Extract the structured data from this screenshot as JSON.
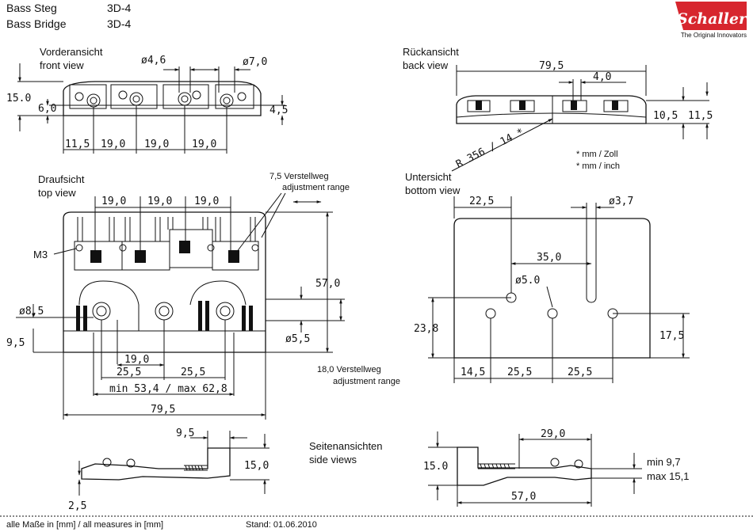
{
  "header": {
    "title_de": "Bass Steg",
    "title_en": "Bass Bridge",
    "model_1": "3D-4",
    "model_2": "3D-4"
  },
  "logo": {
    "brand": "Schaller",
    "tagline": "The Original Innovators",
    "color": "#d7262e"
  },
  "front_view": {
    "title_de": "Vorderansicht",
    "title_en": "front view",
    "height": "15.0",
    "base": "6,0",
    "end": "4,5",
    "d1": "ø4,6",
    "d2": "ø7,0",
    "spacings": [
      "11,5",
      "19,0",
      "19,0",
      "19,0"
    ]
  },
  "back_view": {
    "title_de": "Rückansicht",
    "title_en": "back view",
    "width": "79,5",
    "slot": "4,0",
    "h1": "10,5",
    "h2": "11,5",
    "radius": "R 356 / 14 *",
    "note_1": "* mm / Zoll",
    "note_2": "* mm / inch"
  },
  "top_view": {
    "title_de": "Draufsicht",
    "title_en": "top view",
    "spacings": [
      "19,0",
      "19,0",
      "19,0"
    ],
    "adj_de": "7,5 Verstellweg",
    "adj_en": "adjustment range",
    "m3": "M3",
    "d8": "ø8,5",
    "d5": "ø5,5",
    "h57": "57,0",
    "h95": "9,5",
    "c19": "19,0",
    "c255a": "25,5",
    "c255b": "25,5",
    "minmax": "min 53,4 / max 62,8",
    "width": "79,5",
    "adj2_de": "18,0 Verstellweg",
    "adj2_en": "adjustment range"
  },
  "bottom_view": {
    "title_de": "Untersicht",
    "title_en": "bottom view",
    "d225": "22,5",
    "d37": "ø3,7",
    "d350": "35,0",
    "d50": "ø5.0",
    "h238": "23,8",
    "h175": "17,5",
    "b145": "14,5",
    "b255a": "25,5",
    "b255b": "25,5"
  },
  "side_views": {
    "title_de": "Seitenansichten",
    "title_en": "side views",
    "l95": "9,5",
    "l150": "15,0",
    "l25": "2,5",
    "r290": "29,0",
    "r150": "15.0",
    "r570": "57,0",
    "min": "min 9,7",
    "max": "max 15,1"
  },
  "footer": {
    "measures": "alle Maße in [mm] / all measures in [mm]",
    "date": "Stand: 01.06.2010"
  }
}
